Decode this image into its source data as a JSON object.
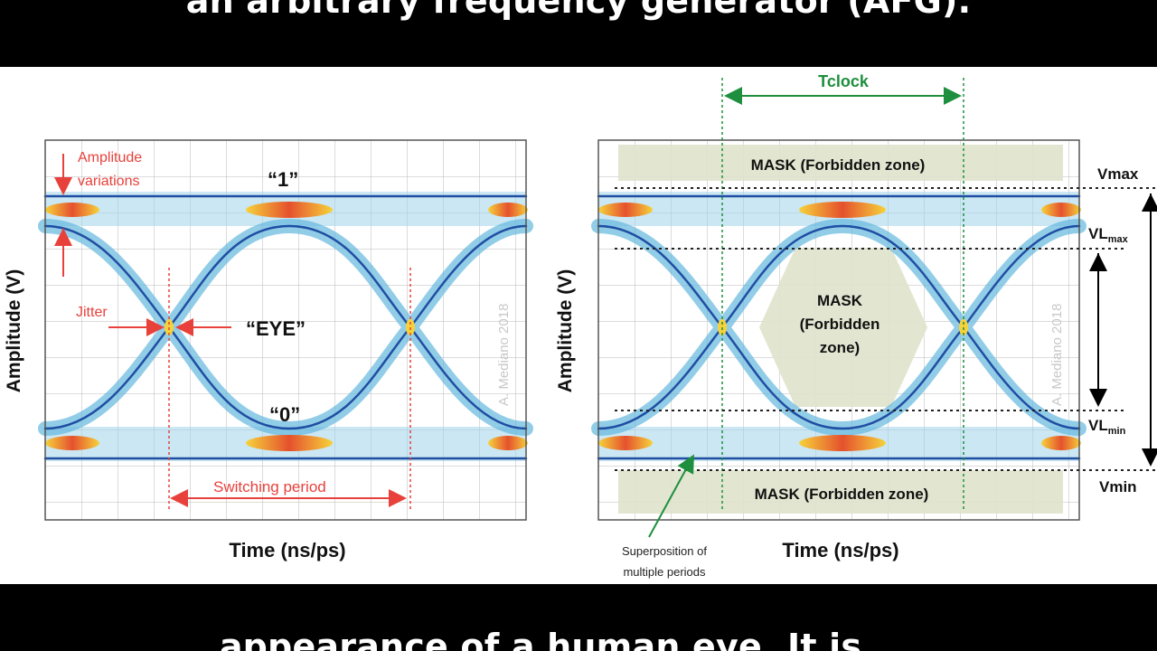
{
  "captions": {
    "top": "an arbitrary frequency generator (AFG).",
    "bottom": "appearance of a human eye. It is"
  },
  "left_diagram": {
    "y_axis_label": "Amplitude (V)",
    "x_axis_label": "Time (ns/ps)",
    "amplitude_variations": "Amplitude variations",
    "amplitude_line1": "Amplitude",
    "amplitude_line2": "variations",
    "level_one": "“1”",
    "level_zero": "“0”",
    "jitter": "Jitter",
    "eye": "“EYE”",
    "switching_period": "Switching period",
    "watermark": "A. Mediano 2018"
  },
  "right_diagram": {
    "y_axis_label": "Amplitude (V)",
    "x_axis_label": "Time (ns/ps)",
    "tclock": "Tclock",
    "mask_top": "MASK (Forbidden zone)",
    "mask_center_line1": "MASK",
    "mask_center_line2": "(Forbidden",
    "mask_center_line3": "zone)",
    "mask_bottom": "MASK (Forbidden zone)",
    "vmax": "Vmax",
    "vl_max_base": "VL",
    "vl_max_sub": "max",
    "vl_min_base": "VL",
    "vl_min_sub": "min",
    "vmin": "Vmin",
    "superposition_line1": "Superposition of",
    "superposition_line2": "multiple periods",
    "watermark": "A. Mediano 2018"
  },
  "colors": {
    "annotation_red": "#e8413c",
    "tclock_green": "#1e8f3e",
    "mask_fill": "#dfe3cc",
    "trace_blue": "#1f4ea3"
  }
}
